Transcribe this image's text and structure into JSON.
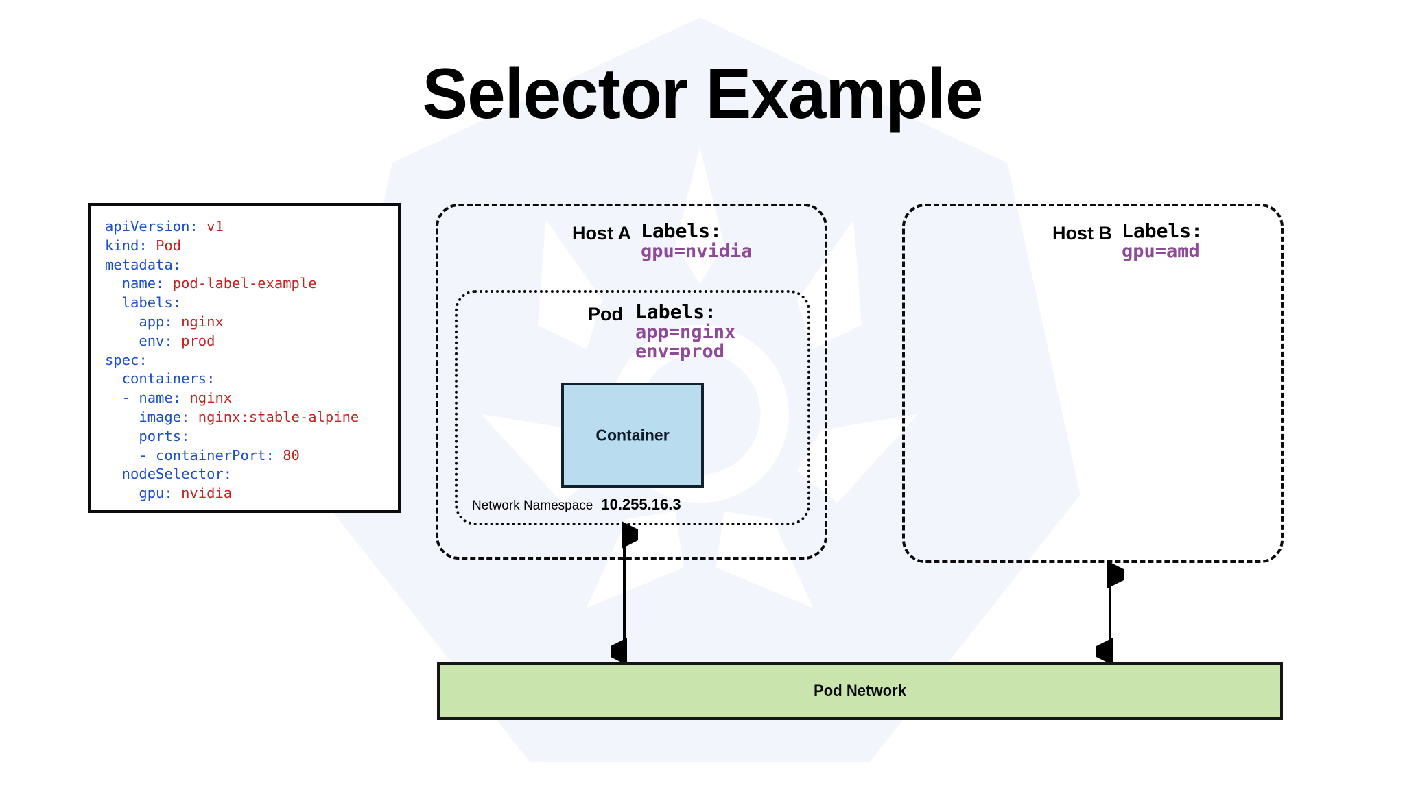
{
  "title": "Selector Example",
  "yaml": {
    "lines": [
      {
        "indent": 0,
        "key": "apiVersion: ",
        "value": "v1"
      },
      {
        "indent": 0,
        "key": "kind: ",
        "value": "Pod"
      },
      {
        "indent": 0,
        "key": "metadata:",
        "value": ""
      },
      {
        "indent": 1,
        "key": "name: ",
        "value": "pod-label-example"
      },
      {
        "indent": 1,
        "key": "labels:",
        "value": ""
      },
      {
        "indent": 2,
        "key": "app: ",
        "value": "nginx"
      },
      {
        "indent": 2,
        "key": "env: ",
        "value": "prod"
      },
      {
        "indent": 0,
        "key": "spec:",
        "value": ""
      },
      {
        "indent": 1,
        "key": "containers:",
        "value": ""
      },
      {
        "indent": 1,
        "key": "- name: ",
        "value": "nginx"
      },
      {
        "indent": 2,
        "key": "image: ",
        "value": "nginx:stable-alpine"
      },
      {
        "indent": 2,
        "key": "ports:",
        "value": ""
      },
      {
        "indent": 2,
        "key": "- containerPort: ",
        "value": "80"
      },
      {
        "indent": 1,
        "key": "nodeSelector:",
        "value": ""
      },
      {
        "indent": 2,
        "key": "gpu: ",
        "value": "nvidia"
      }
    ],
    "full_text": "apiVersion: v1\nkind: Pod\nmetadata:\n  name: pod-label-example\n  labels:\n    app: nginx\n    env: prod\nspec:\n  containers:\n  - name: nginx\n    image: nginx:stable-alpine\n    ports:\n    - containerPort: 80\n  nodeSelector:\n    gpu: nvidia"
  },
  "host_a": {
    "name": "Host A",
    "labels_title": "Labels:",
    "labels": [
      "gpu=nvidia"
    ],
    "pod": {
      "name": "Pod",
      "labels_title": "Labels:",
      "labels": [
        "app=nginx",
        "env=prod"
      ],
      "container_label": "Container",
      "netns_text": "Network Namespace",
      "netns_ip": "10.255.16.3"
    }
  },
  "host_b": {
    "name": "Host B",
    "labels_title": "Labels:",
    "labels": [
      "gpu=amd"
    ]
  },
  "pod_network": {
    "label": "Pod Network"
  },
  "colors": {
    "container_fill": "#b9dcef",
    "container_stroke": "#11212e",
    "pod_network_fill": "#c9e5ad",
    "pod_network_stroke": "#151515",
    "label_value": "#8e4a96",
    "yaml_key": "#1c4ec4",
    "yaml_value": "#c52222",
    "box_stroke": "#0b0b0b"
  }
}
